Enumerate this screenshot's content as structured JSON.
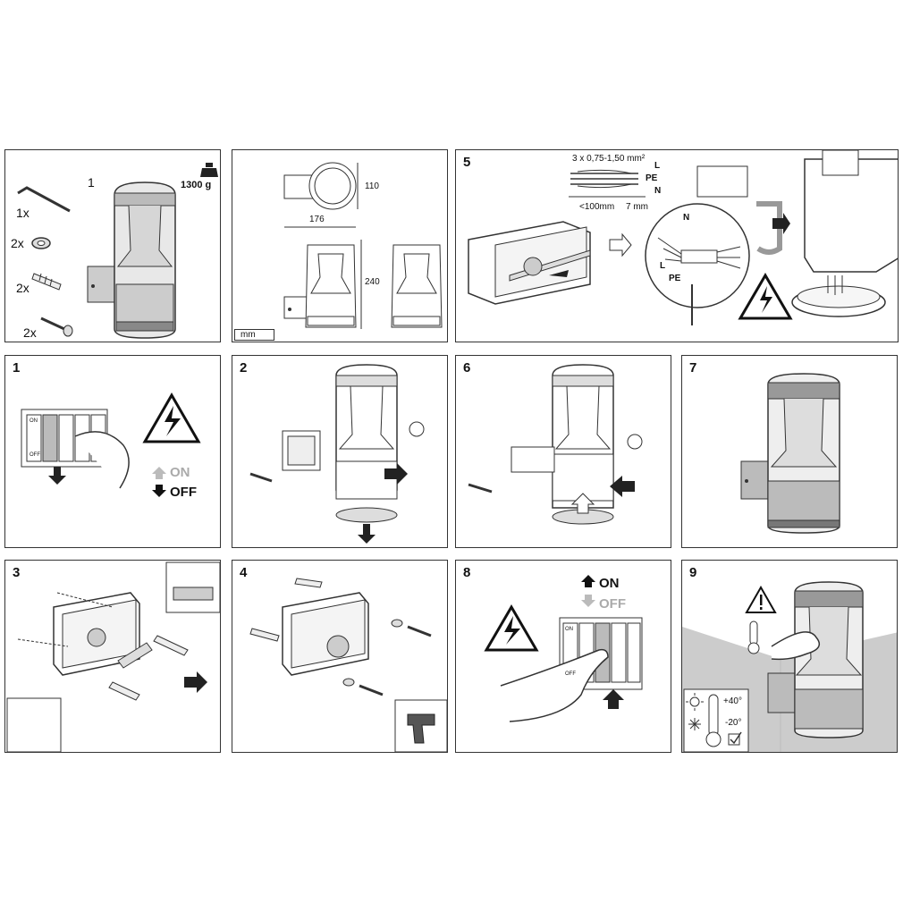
{
  "panel_contents": {
    "step": "1",
    "weight": "1300 g",
    "qty_key": "1x",
    "qty_washer": "2x",
    "qty_plug": "2x",
    "qty_screw": "2x"
  },
  "panel_dimensions": {
    "dim_width": "176",
    "dim_depth": "110",
    "dim_height": "240",
    "unit": "mm"
  },
  "panel_wiring": {
    "step": "5",
    "cable_spec": "3 x 0,75-1,50 mm²",
    "label_L": "L",
    "label_PE": "PE",
    "label_N": "N",
    "strip_long": "<100mm",
    "strip_short": "7 mm",
    "zoom_N": "N",
    "zoom_L": "L",
    "zoom_PE": "PE"
  },
  "panel_power_off": {
    "step": "1",
    "on": "ON",
    "off": "OFF",
    "switch_on": "ON",
    "switch_off": "OFF"
  },
  "panel_open": {
    "step": "2"
  },
  "panel_close": {
    "step": "6"
  },
  "panel_done": {
    "step": "7"
  },
  "panel_mark": {
    "step": "3"
  },
  "panel_mount": {
    "step": "4"
  },
  "panel_power_on": {
    "step": "8",
    "on": "ON",
    "off": "OFF",
    "switch_on": "ON",
    "switch_off": "OFF"
  },
  "panel_temp": {
    "step": "9",
    "temp_max": "+40°",
    "temp_min": "-20°"
  }
}
